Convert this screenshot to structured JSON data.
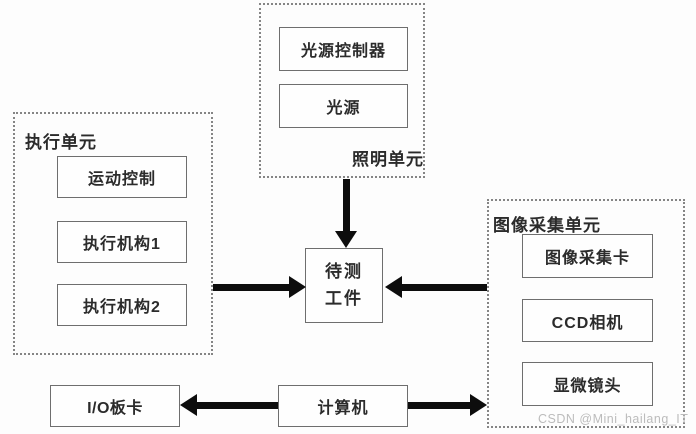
{
  "diagram": {
    "title": "machine-vision-inspection-system-block-diagram",
    "illumination_unit": {
      "label": "照明单元",
      "boxes": [
        "光源控制器",
        "光源"
      ]
    },
    "execution_unit": {
      "label": "执行单元",
      "boxes": [
        "运动控制",
        "执行机构1",
        "执行机构2"
      ]
    },
    "image_acquisition_unit": {
      "label": "图像采集单元",
      "boxes": [
        "图像采集卡",
        "CCD相机",
        "显微镜头"
      ]
    },
    "workpiece": {
      "line1": "待测",
      "line2": "工件"
    },
    "bottom_row": {
      "io_board": "I/O板卡",
      "computer": "计算机"
    },
    "watermark": "CSDN @Mini_hailang_IT",
    "arrows": [
      {
        "name": "illumination-to-workpiece",
        "direction": "down"
      },
      {
        "name": "execution-to-workpiece",
        "direction": "right"
      },
      {
        "name": "acquisition-to-workpiece",
        "direction": "left"
      },
      {
        "name": "computer-to-io-board",
        "direction": "left"
      },
      {
        "name": "computer-to-acquisition",
        "direction": "right"
      }
    ],
    "colors": {
      "background": "#fdfdfd",
      "box_border": "#6e6e6e",
      "dashed_border": "#858585",
      "text": "#2b2b2b",
      "arrow": "#0d0d0d",
      "watermark": "#bcbcbc"
    }
  }
}
